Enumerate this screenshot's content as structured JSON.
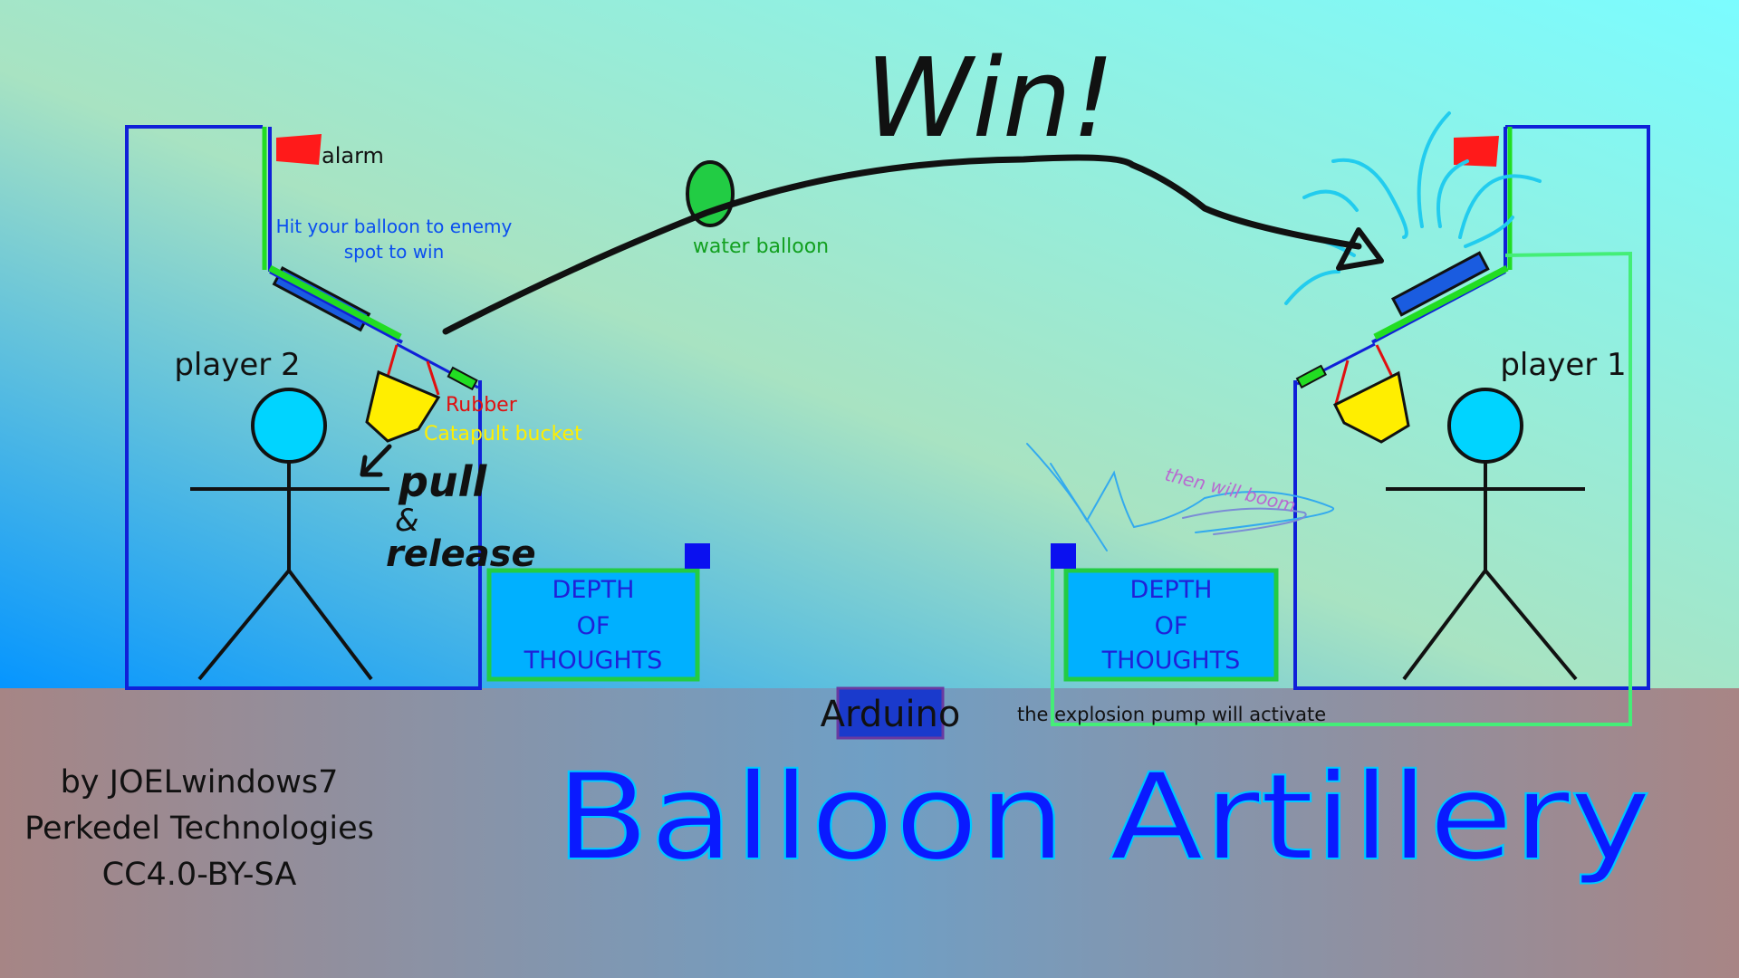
{
  "labels": {
    "alarm": "alarm",
    "hint_line1": "Hit your balloon to enemy",
    "hint_line2": "spot to win",
    "water_balloon": "water balloon",
    "rubber": "Rubber",
    "catapult_bucket": "Catapult bucket",
    "player_left": "player 2",
    "player_right": "player 1",
    "pull": "pull",
    "amp": "&",
    "release": "release",
    "win": "Win!",
    "scribble": "then will boom",
    "depth_line1": "DEPTH",
    "depth_line2": "OF",
    "depth_line3": "THOUGHTS",
    "arduino": "Arduino",
    "explosion": "the explosion pump will activate"
  },
  "credits": {
    "line1": "by JOELwindows7",
    "line2": "Perkedel Technologies",
    "line3": "CC4.0-BY-SA"
  },
  "title": "Balloon Artillery",
  "colors": {
    "frame_blue": "#1020d8",
    "lever_green": "#22dd22",
    "paddle_blue": "#1a5ce0",
    "alarm_red": "#ff1a1a",
    "bucket_yellow": "#ffee00",
    "head_cyan": "#00d4ff",
    "tank_fill": "#00b0ff",
    "tank_border": "#22cc44",
    "title_blue": "#0a1aff",
    "splash_cyan": "#22ccee",
    "ground_left": "#a68585",
    "ground_mid": "#6f9fc5",
    "ground_right": "#a68585"
  }
}
